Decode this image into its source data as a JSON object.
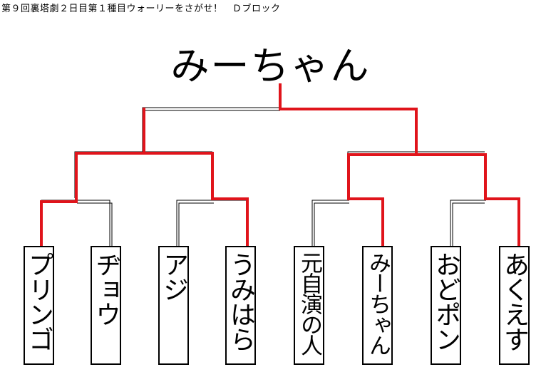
{
  "header": {
    "title": "第９回裏塔劇２日目第１種目ウォーリーをさがせ！　Ｄブロック"
  },
  "winner": "みーちゃん",
  "participants": [
    {
      "name": "プリンゴ"
    },
    {
      "name": "ヂョウ"
    },
    {
      "name": "アジ"
    },
    {
      "name": "うみはら"
    },
    {
      "name": "元自演の人"
    },
    {
      "name": "みーちゃん"
    },
    {
      "name": "おどポン"
    },
    {
      "name": "あくえす"
    }
  ],
  "colors": {
    "winner_path": "#e0141b",
    "bracket_line": "#000000"
  }
}
